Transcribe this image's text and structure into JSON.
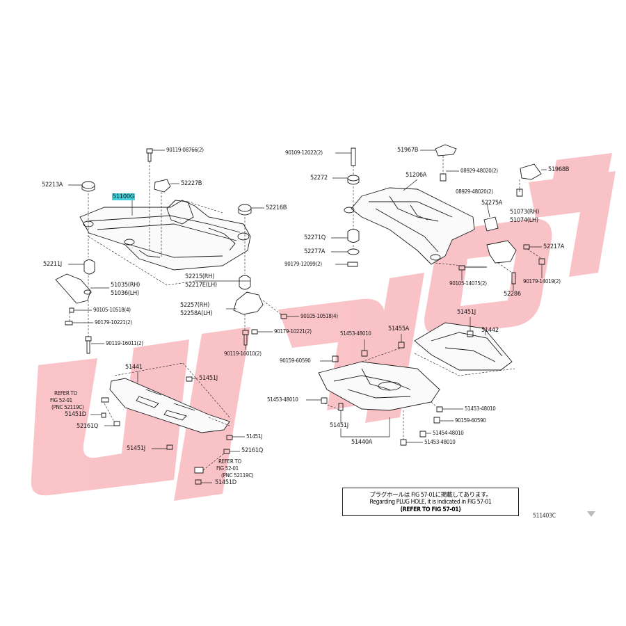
{
  "watermark": {
    "text": "Ulb Jq9u",
    "color": "#f26f7a"
  },
  "accent_color": "#3fd0dc",
  "note": {
    "line1": "プラグホールは FIG 57-01に掲載してあります。",
    "line2": "Regarding PLUG HOLE, it is indicated in FIG 57-01",
    "line3": "(REFER TO FIG 57-01)"
  },
  "diagram_id": "511403C",
  "labels": [
    {
      "id": "l01",
      "text": "90119-08766(2)"
    },
    {
      "id": "l02",
      "text": "52227B"
    },
    {
      "id": "l03",
      "text": "52213A"
    },
    {
      "id": "l04",
      "text": "51100G"
    },
    {
      "id": "l05",
      "text": "52216B"
    },
    {
      "id": "l06",
      "text": "52211J"
    },
    {
      "id": "l07",
      "text": "52215(RH)"
    },
    {
      "id": "l08",
      "text": "52217E(LH)"
    },
    {
      "id": "l09",
      "text": "51035(RH)"
    },
    {
      "id": "l10",
      "text": "51036(LH)"
    },
    {
      "id": "l11",
      "text": "90105-10518(4)"
    },
    {
      "id": "l12",
      "text": "90179-10221(2)"
    },
    {
      "id": "l13",
      "text": "90119-16011(2)"
    },
    {
      "id": "l14",
      "text": "52257(RH)"
    },
    {
      "id": "l15",
      "text": "52258A(LH)"
    },
    {
      "id": "l16",
      "text": "90105-10518(4)"
    },
    {
      "id": "l17",
      "text": "90179-10221(2)"
    },
    {
      "id": "l18",
      "text": "90119-16010(2)"
    },
    {
      "id": "l19",
      "text": "90109-12022(2)"
    },
    {
      "id": "l20",
      "text": "52272"
    },
    {
      "id": "l21",
      "text": "51206A"
    },
    {
      "id": "l22",
      "text": "51967B"
    },
    {
      "id": "l23",
      "text": "08929-48020(2)"
    },
    {
      "id": "l24",
      "text": "51968B"
    },
    {
      "id": "l25",
      "text": "08929-48020(2)"
    },
    {
      "id": "l26",
      "text": "52275A"
    },
    {
      "id": "l27",
      "text": "51073(RH)"
    },
    {
      "id": "l28",
      "text": "51074(LH)"
    },
    {
      "id": "l29",
      "text": "52271Q"
    },
    {
      "id": "l30",
      "text": "52277A"
    },
    {
      "id": "l31",
      "text": "90179-12099(2)"
    },
    {
      "id": "l32",
      "text": "52217A"
    },
    {
      "id": "l33",
      "text": "90105-14075(2)"
    },
    {
      "id": "l34",
      "text": "90179-14019(2)"
    },
    {
      "id": "l35",
      "text": "52286"
    },
    {
      "id": "l36",
      "text": "51451J"
    },
    {
      "id": "l37",
      "text": "51442"
    },
    {
      "id": "l38",
      "text": "51455A"
    },
    {
      "id": "l39",
      "text": "51453-48010"
    },
    {
      "id": "l40",
      "text": "90159-60590"
    },
    {
      "id": "l41",
      "text": "51441"
    },
    {
      "id": "l42",
      "text": "51451J"
    },
    {
      "id": "l43",
      "text": "REFER TO"
    },
    {
      "id": "l44",
      "text": "FIG 52-01"
    },
    {
      "id": "l45",
      "text": "(PNC 52119C)"
    },
    {
      "id": "l46",
      "text": "51451D"
    },
    {
      "id": "l47",
      "text": "52161Q"
    },
    {
      "id": "l48",
      "text": "51451J"
    },
    {
      "id": "l49",
      "text": "51451J"
    },
    {
      "id": "l50",
      "text": "52161Q"
    },
    {
      "id": "l51",
      "text": "REFER TO"
    },
    {
      "id": "l52",
      "text": "FIG 52-01"
    },
    {
      "id": "l53",
      "text": "(PNC 52119C)"
    },
    {
      "id": "l54",
      "text": "51451D"
    },
    {
      "id": "l55",
      "text": "51453-48010"
    },
    {
      "id": "l56",
      "text": "51451J"
    },
    {
      "id": "l57",
      "text": "51440A"
    },
    {
      "id": "l58",
      "text": "51453-48010"
    },
    {
      "id": "l59",
      "text": "90159-60590"
    },
    {
      "id": "l60",
      "text": "51454-48010"
    },
    {
      "id": "l61",
      "text": "51453-48010"
    }
  ]
}
